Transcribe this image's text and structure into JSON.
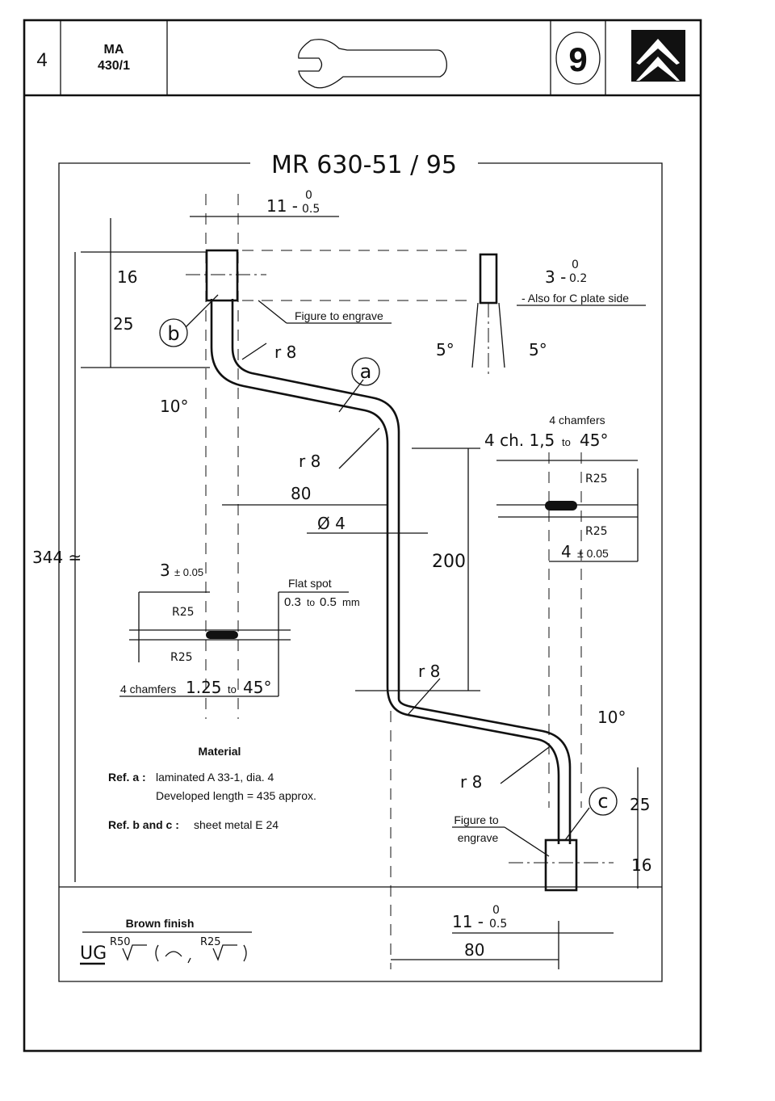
{
  "header": {
    "page_number": "4",
    "doc_code_line1": "MA",
    "doc_code_line2": "430/1",
    "tool_icon": "wrench-icon",
    "section_number": "9",
    "brand_logo": "citroen-chevrons-logo"
  },
  "drawing": {
    "title": "MR 630-51 / 95",
    "dim_top_width": "11 -",
    "dim_top_tol_upper": "0",
    "dim_top_tol_lower": "0.5",
    "dim_16": "16",
    "dim_25": "25",
    "ref_b": "b",
    "ref_a": "a",
    "ref_c": "c",
    "figure_to_engrave": "Figure to engrave",
    "r8_1": "r 8",
    "angle_10_top": "10°",
    "r8_2": "r 8",
    "dim_80_mid": "80",
    "dia_4": "Ø 4",
    "dim_344": "344 ≃",
    "dim_200": "200",
    "dim_3_right": "3 -",
    "dim_3_right_tol_upper": "0",
    "dim_3_right_tol_lower": "0.2",
    "also_c_plate": "- Also for C plate side",
    "angle_5_left": "5°",
    "angle_5_right": "5°",
    "chamfers_right_label": "4 chamfers",
    "chamfers_right_value": "4 ch. 1,5",
    "chamfers_right_to": "to",
    "chamfers_right_angle": "45°",
    "r25_a": "R25",
    "r25_b": "R25",
    "dim_4": "4",
    "dim_4_tol": "± 0.05",
    "dim_3_left": "3",
    "dim_3_left_tol": "± 0.05",
    "r25_c": "R25",
    "r25_d": "R25",
    "flat_spot": "Flat spot",
    "flat_spot_min": "0.3",
    "flat_spot_to": "to",
    "flat_spot_max": "0.5",
    "flat_spot_unit": "mm",
    "chamfers_left_label": "4 chamfers",
    "chamfers_left_value": "1.25",
    "chamfers_left_to": "to",
    "chamfers_left_angle": "45°",
    "r8_3": "r 8",
    "angle_10_bottom": "10°",
    "r8_4": "r 8",
    "dim_25_bottom": "25",
    "dim_16_bottom": "16",
    "figure_to": "Figure to",
    "engrave": "engrave",
    "dim_bottom_width": "11 -",
    "dim_bottom_tol_upper": "0",
    "dim_bottom_tol_lower": "0.5",
    "dim_80_bottom": "80"
  },
  "material": {
    "heading": "Material",
    "ref_a_label": "Ref. a :",
    "ref_a_text": "laminated A 33-1, dia. 4",
    "ref_a_length": "Developed length = 435 approx.",
    "ref_bc_label": "Ref. b and c :",
    "ref_bc_text": "sheet metal E 24"
  },
  "finish": {
    "heading": "Brown finish",
    "ug": "UG",
    "r50": "R50",
    "r25": "R25"
  }
}
